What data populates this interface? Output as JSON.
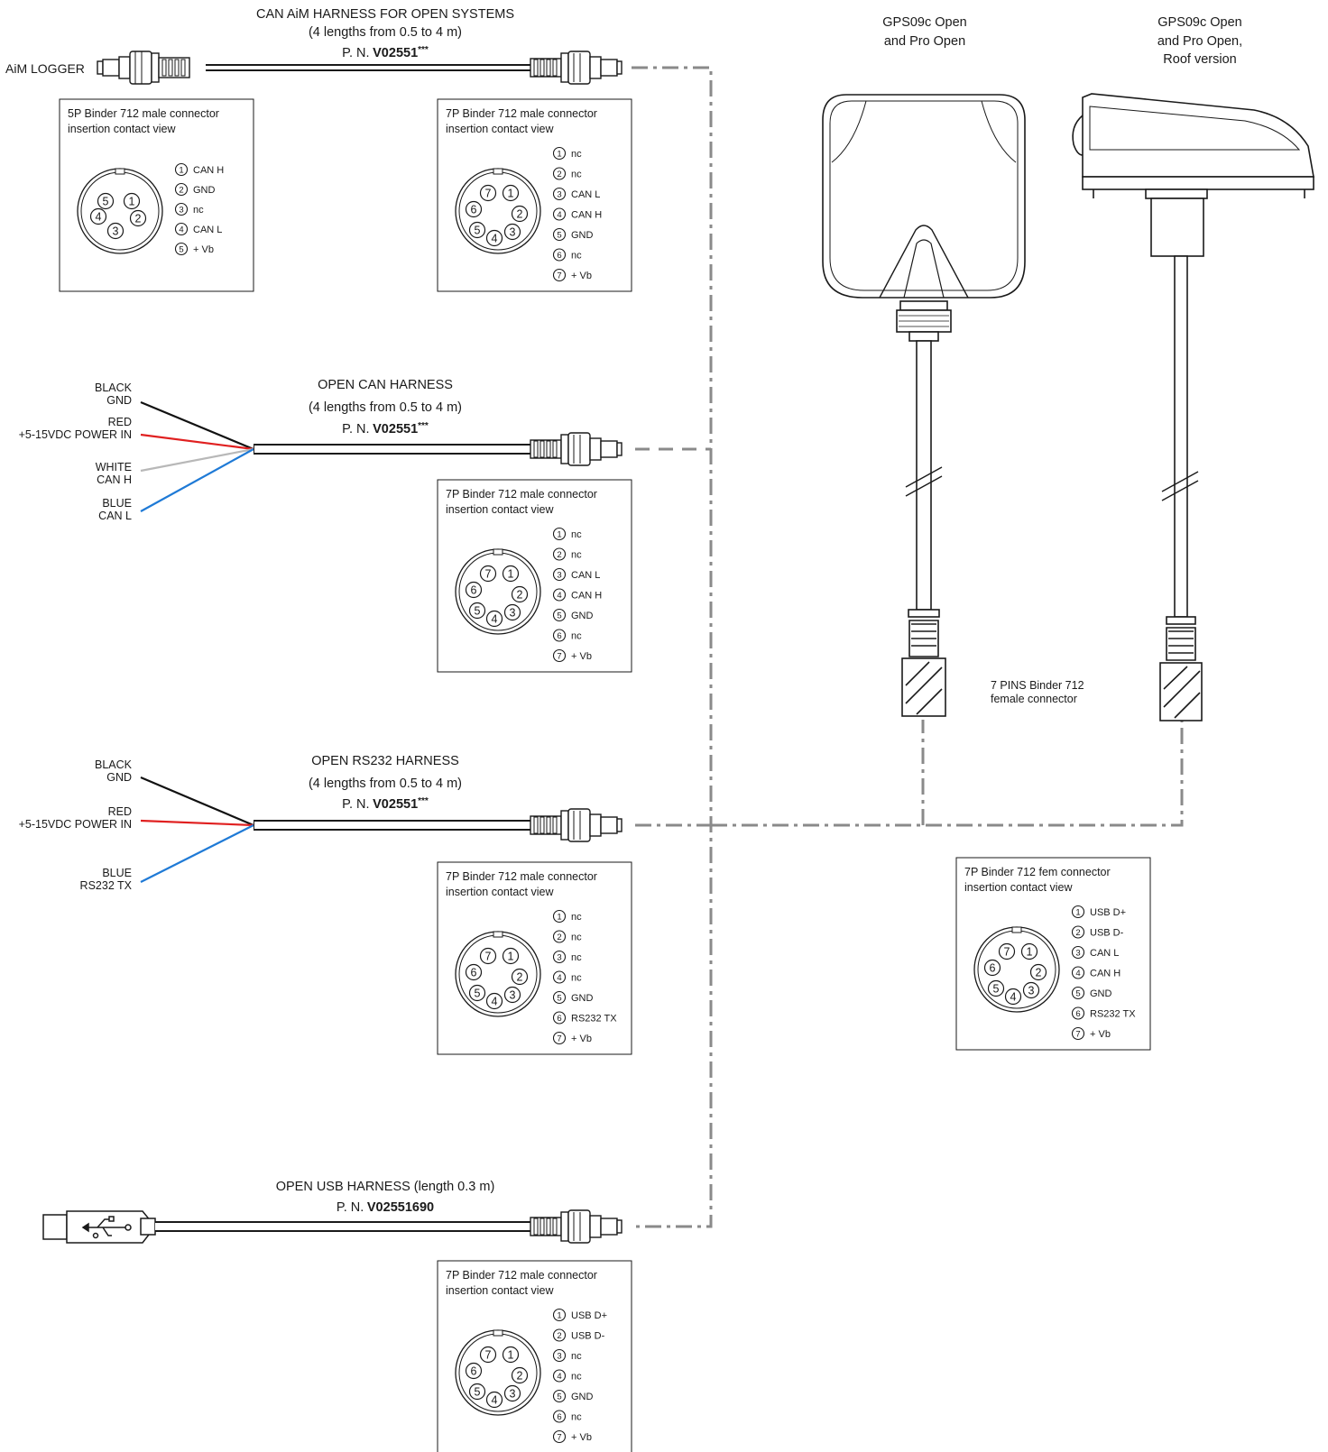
{
  "harnesses": [
    {
      "title": "CAN AiM HARNESS FOR OPEN SYSTEMS",
      "subtitle": "(4 lengths from 0.5 to 4 m)",
      "pn_prefix": "P. N.",
      "pn_code": "V02551",
      "pn_suffix": "***",
      "left_label": "AiM LOGGER"
    },
    {
      "title": "OPEN CAN HARNESS",
      "subtitle": "(4 lengths from 0.5 to 4 m)",
      "pn_prefix": "P. N.",
      "pn_code": "V02551",
      "pn_suffix": "***",
      "wires": [
        {
          "color_name": "BLACK",
          "signal": "GND",
          "hex": "#111111"
        },
        {
          "color_name": "RED",
          "signal": "+5-15VDC POWER IN",
          "hex": "#e02020"
        },
        {
          "color_name": "WHITE",
          "signal": "CAN H",
          "hex": "#b8b8b8"
        },
        {
          "color_name": "BLUE",
          "signal": "CAN L",
          "hex": "#1f7ad6"
        }
      ]
    },
    {
      "title": "OPEN RS232 HARNESS",
      "subtitle": "(4 lengths from 0.5 to 4 m)",
      "pn_prefix": "P. N.",
      "pn_code": "V02551",
      "pn_suffix": "***",
      "wires": [
        {
          "color_name": "BLACK",
          "signal": "GND",
          "hex": "#111111"
        },
        {
          "color_name": "RED",
          "signal": "+5-15VDC POWER IN",
          "hex": "#e02020"
        },
        {
          "color_name": "BLUE",
          "signal": "RS232 TX",
          "hex": "#1f7ad6"
        }
      ]
    },
    {
      "title": "OPEN USB HARNESS (length 0.3 m)",
      "pn_prefix": "P. N.",
      "pn_code": "V02551690"
    }
  ],
  "pinouts": [
    {
      "title1": "5P Binder 712 male connector",
      "title2": "insertion contact view",
      "pins": [
        "CAN H",
        "GND",
        "nc",
        "CAN L",
        "+ Vb"
      ]
    },
    {
      "title1": "7P Binder 712 male connector",
      "title2": "insertion contact view",
      "pins": [
        "nc",
        "nc",
        "CAN L",
        "CAN H",
        "GND",
        "nc",
        "+ Vb"
      ]
    },
    {
      "title1": "7P Binder 712 male connector",
      "title2": "insertion contact view",
      "pins": [
        "nc",
        "nc",
        "CAN L",
        "CAN H",
        "GND",
        "nc",
        "+ Vb"
      ]
    },
    {
      "title1": "7P Binder 712 male connector",
      "title2": "insertion contact view",
      "pins": [
        "nc",
        "nc",
        "nc",
        "nc",
        "GND",
        "RS232 TX",
        "+ Vb"
      ]
    },
    {
      "title1": "7P Binder 712 male connector",
      "title2": "insertion contact view",
      "pins": [
        "USB D+",
        "USB D-",
        "nc",
        "nc",
        "GND",
        "nc",
        "+ Vb"
      ]
    },
    {
      "title1": "7P Binder 712 fem connector",
      "title2": "insertion contact view",
      "pins": [
        "USB D+",
        "USB D-",
        "CAN L",
        "CAN H",
        "GND",
        "RS232 TX",
        "+ Vb"
      ]
    }
  ],
  "gps": [
    {
      "line1": "GPS09c Open",
      "line2": "and Pro Open"
    },
    {
      "line1": "GPS09c Open",
      "line2": "and Pro Open,",
      "line3": "Roof version"
    }
  ],
  "female_connector": {
    "line1": "7 PINS Binder 712",
    "line2": "female connector"
  },
  "colors": {
    "line": "#1a1a1a",
    "dash": "#8a8a8a"
  }
}
